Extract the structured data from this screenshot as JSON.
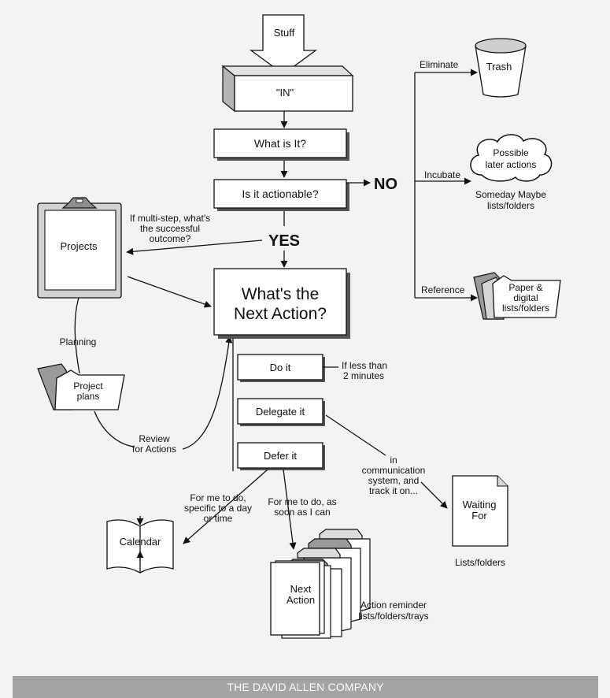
{
  "nodes": {
    "stuff": "Stuff",
    "in": "\"IN\"",
    "what_is_it": "What is It?",
    "actionable": "Is it  actionable?",
    "no": "NO",
    "yes": "YES",
    "next_action_1": "What's the",
    "next_action_2": "Next Action?",
    "trash": "Trash",
    "possible_1": "Possible",
    "possible_2": "later actions",
    "someday_1": "Someday Maybe",
    "someday_2": "lists/folders",
    "paper_1": "Paper &",
    "paper_2": "digital",
    "paper_3": "lists/folders",
    "projects": "Projects",
    "project_plans_1": "Project",
    "project_plans_2": "plans",
    "do_it": "Do it",
    "delegate_it": "Delegate it",
    "defer_it": "Defer it",
    "calendar": "Calendar",
    "next_action_card_1": "Next",
    "next_action_card_2": "Action",
    "waiting_1": "Waiting",
    "waiting_2": "For"
  },
  "labels": {
    "eliminate": "Eliminate",
    "incubate": "Incubate",
    "reference": "Reference",
    "multistep_1": "If multi-step, what's",
    "multistep_2": "the successful",
    "multistep_3": "outcome?",
    "planning": "Planning",
    "review_1": "Review",
    "review_2": "for Actions",
    "less_1": "If less than",
    "less_2": "2 minutes",
    "comm_1": "in",
    "comm_2": "communication",
    "comm_3": "system, and",
    "comm_4": "track it on...",
    "specific_1": "For me to do,",
    "specific_2": "specific to a day",
    "specific_3": "or time",
    "asap_1": "For me to do, as",
    "asap_2": "soon as I can",
    "reminder_1": "Action reminder",
    "reminder_2": "lists/folders/trays",
    "lists_folders": "Lists/folders"
  },
  "footer": "THE DAVID ALLEN COMPANY"
}
